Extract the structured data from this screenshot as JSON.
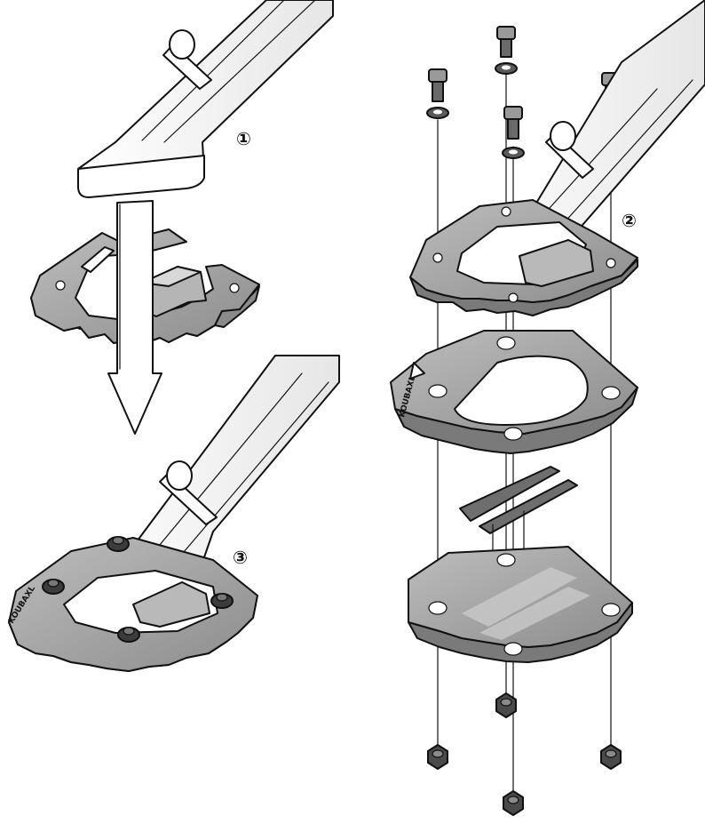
{
  "steps": {
    "step1": "①",
    "step2": "②",
    "step3": "③"
  },
  "brand_mark": "KOUBAXL",
  "colors": {
    "plate": "#a9a9a9",
    "plate_dark": "#6f6f6f",
    "metal_dark": "#3c3c3c",
    "pad": "#5a5a5a",
    "outline": "#111111",
    "stand": "#ffffff"
  },
  "icons": [
    "bolt-icon",
    "washer-icon",
    "nut-icon",
    "arrow-down-icon",
    "adhesive-strip-icon"
  ]
}
